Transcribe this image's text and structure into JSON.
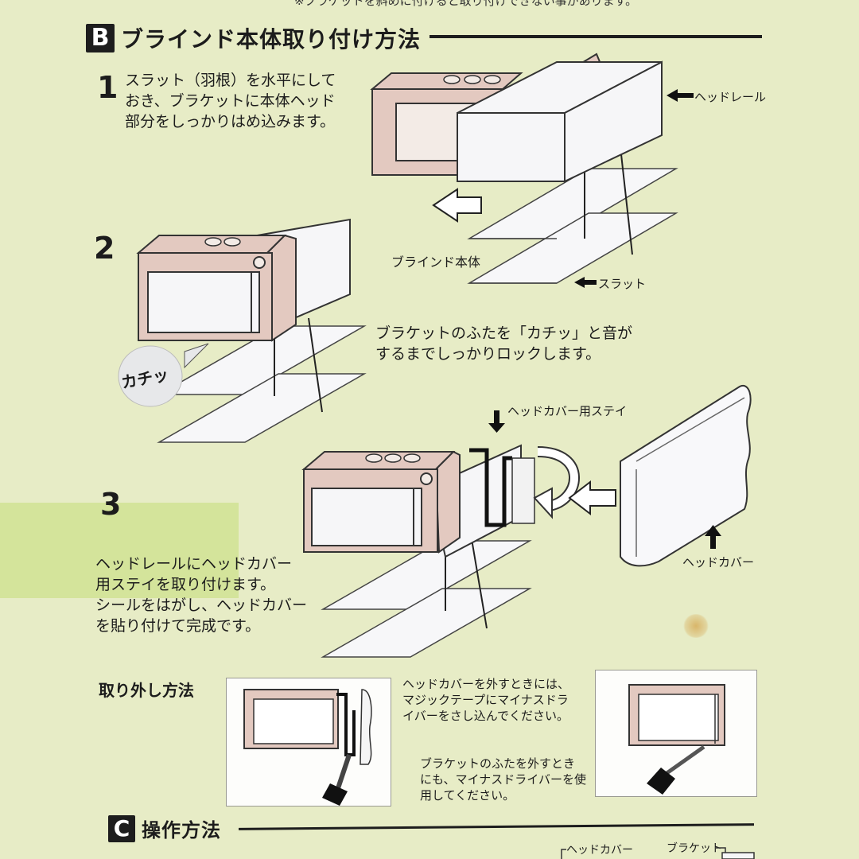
{
  "top_note": "※ブラケットを斜めに付けると取り付けできない事があります。",
  "section_b": {
    "letter": "B",
    "title": "ブラインド本体取り付け方法"
  },
  "step1": {
    "number": "1",
    "text": "スラット（羽根）を水平にして\nおき、ブラケットに本体ヘッド\n部分をしっかりはめ込みます。",
    "label_head_rail": "ヘッドレール",
    "label_blind_body": "ブラインド本体",
    "label_slat": "スラット"
  },
  "step2": {
    "number": "2",
    "click_bubble": "カチッ",
    "text": "ブラケットのふたを「カチッ」と音が\nするまでしっかりロックします。"
  },
  "step3": {
    "number": "3",
    "label_stay": "ヘッドカバー用ステイ",
    "label_head_cover": "ヘッドカバー",
    "text": "ヘッドレールにヘッドカバー\n用ステイを取り付けます。\nシールをはがし、ヘッドカバー\nを貼り付けて完成です。"
  },
  "removal": {
    "title": "取り外し方法",
    "text1": "ヘッドカバーを外すときには、\nマジックテープにマイナスドラ\nイバーをさし込んでください。",
    "text2": "ブラケットのふたを外すとき\nにも、マイナスドライバーを使\n用してください。"
  },
  "section_c": {
    "letter": "C",
    "title": "操作方法",
    "label_head_cover": "ヘッドカバー",
    "label_bracket": "ブラケット"
  },
  "colors": {
    "background": "#e7ecc6",
    "bracket": "#e3c9c0",
    "outline": "#222222",
    "rail": "#f6f6f8",
    "tape": "#cde28c"
  }
}
